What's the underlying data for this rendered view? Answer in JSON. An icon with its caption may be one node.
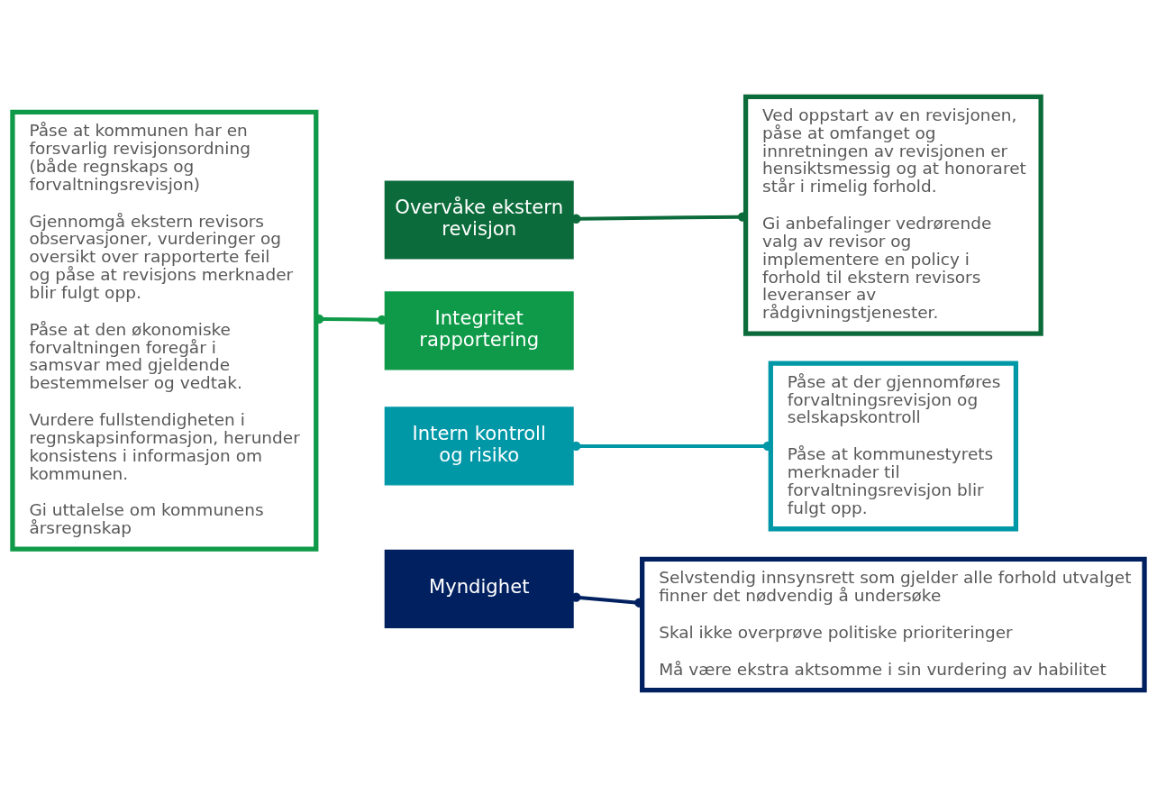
{
  "diagram": {
    "nodes": [
      {
        "text": [
          "Påse at kommunen har en forsvarlig revisjonsordning (både regnskaps og forvaltningsrevisjon)",
          "Gjennomgå ekstern revisors observasjoner, vurderinger og oversikt over rapporterte feil og påse at revisjons merknader blir fulgt opp.",
          "Påse at den økonomiske forvaltningen foregår i samsvar med gjeldende bestemmelser og vedtak.",
          "Vurdere fullstendigheten i regnskapsinformasjon, herunder konsistens i informasjon om kommunen.",
          "Gi uttalelse om kommunens årsregnskap"
        ]
      },
      {
        "text": [
          "Overvåke ekstern revisjon"
        ]
      },
      {
        "text": [
          "Ved oppstart av en revisjonen, påse at omfanget og innretningen av revisjonen er hensiktsmessig og at honoraret står i rimelig forhold.",
          "Gi anbefalinger vedrørende valg av revisor og implementere en policy i forhold til ekstern revisors leveranser av rådgivningstjenester."
        ]
      },
      {
        "text": [
          "Integritet rapportering"
        ]
      },
      {
        "text": [
          "Intern kontroll og risiko"
        ]
      },
      {
        "text": [
          "Påse at der gjennomføres forvaltningsrevisjon og selskapskontroll",
          "Påse at kommunestyrets merknader til forvaltningsrevisjon blir fulgt opp."
        ]
      },
      {
        "text": [
          "Myndighet"
        ]
      },
      {
        "text": [
          "Selvstendig innsynsrett som gjelder alle forhold utvalget finner det nødvendig å undersøke",
          "Skal ikke overprøve politiske prioriteringer",
          "Må være ekstra aktsomme i sin vurdering av habilitet"
        ]
      }
    ],
    "edges": [
      {
        "from": 1,
        "to": 2,
        "arrow": "other",
        "color": "#0b6b3a"
      },
      {
        "from": 3,
        "to": 0,
        "arrow": "other",
        "color": "#0e9a48"
      },
      {
        "from": 4,
        "to": 5,
        "arrow": "other",
        "color": "#0097a7"
      },
      {
        "from": 6,
        "to": 7,
        "arrow": "other",
        "color": "#002060"
      }
    ]
  }
}
